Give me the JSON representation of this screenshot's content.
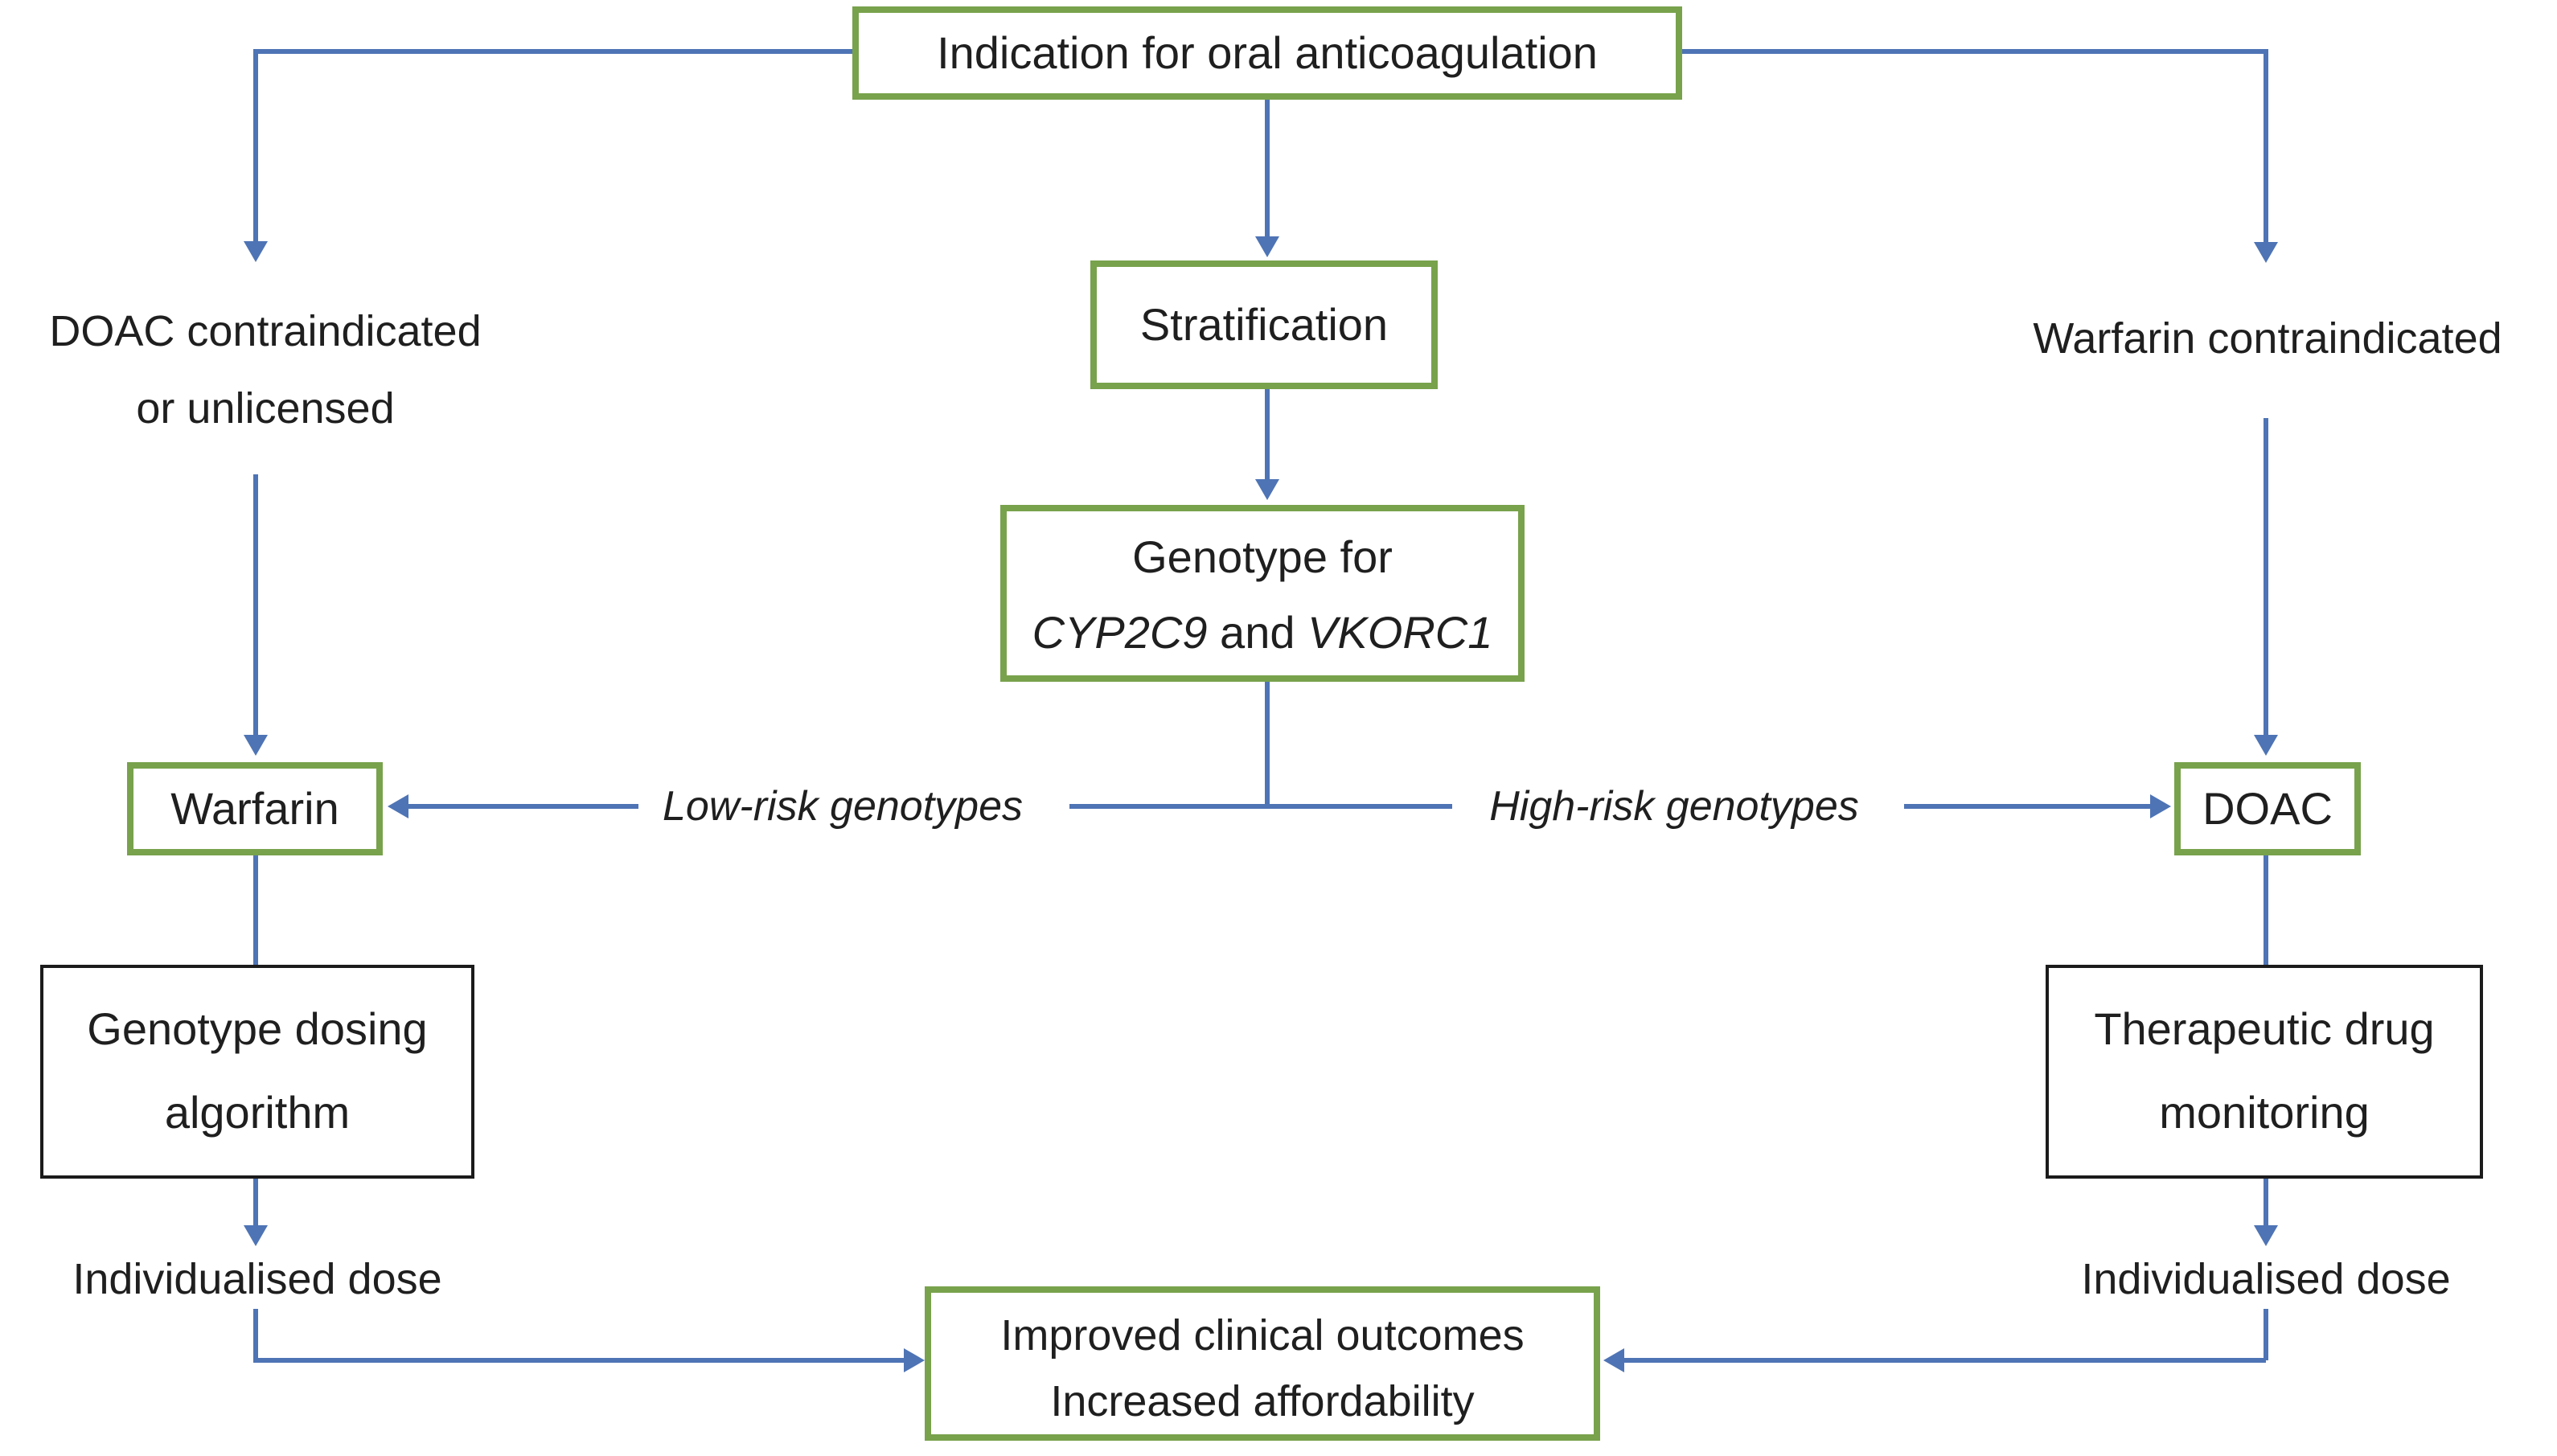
{
  "diagram": {
    "title_box": "Indication for oral anticoagulation",
    "left_condition": {
      "line1": "DOAC contraindicated",
      "line2": "or unlicensed"
    },
    "right_condition": "Warfarin contraindicated",
    "stratification_box": "Stratification",
    "genotype_box": {
      "line1": "Genotype for",
      "gene1": "CYP2C9",
      "conjunction": " and ",
      "gene2": "VKORC1"
    },
    "low_risk_label": "Low-risk genotypes",
    "high_risk_label": "High-risk genotypes",
    "warfarin_box": "Warfarin",
    "doac_box": "DOAC",
    "genotype_dosing_box": {
      "line1": "Genotype dosing",
      "line2": "algorithm"
    },
    "tdm_box": {
      "line1": "Therapeutic drug",
      "line2": "monitoring"
    },
    "left_dose_label": "Individualised dose",
    "right_dose_label": "Individualised dose",
    "outcome_box": {
      "line1": "Improved clinical outcomes",
      "line2": "Increased affordability"
    },
    "colors": {
      "green_border": "#78A24C",
      "black_border": "#1b1b1b",
      "connector_blue": "#4E74B5",
      "text": "#1f1f1f",
      "background": "#ffffff"
    }
  }
}
